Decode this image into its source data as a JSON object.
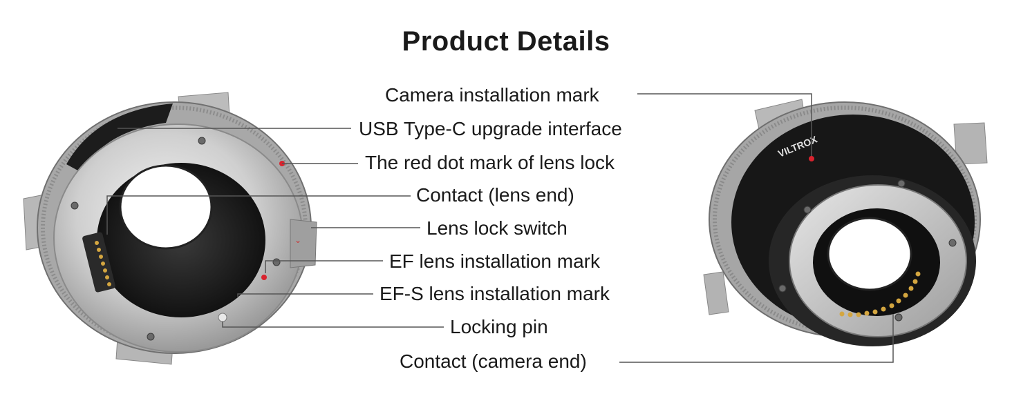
{
  "page": {
    "title": "Product Details"
  },
  "left_adapter": {
    "callouts": [
      "USB Type-C upgrade interface",
      "The red dot mark of lens lock",
      "Contact (lens end)",
      "Lens lock switch",
      "EF lens installation mark",
      "EF-S lens installation mark",
      "Locking pin"
    ]
  },
  "right_adapter": {
    "brand": "VILTROX",
    "callouts": [
      "Camera installation mark",
      "Contact (camera end)"
    ]
  },
  "colors": {
    "leader_line": "#555555",
    "red_mark": "#d9232e",
    "metal": "#c9c9c9",
    "contact_gold": "#d4a640"
  }
}
